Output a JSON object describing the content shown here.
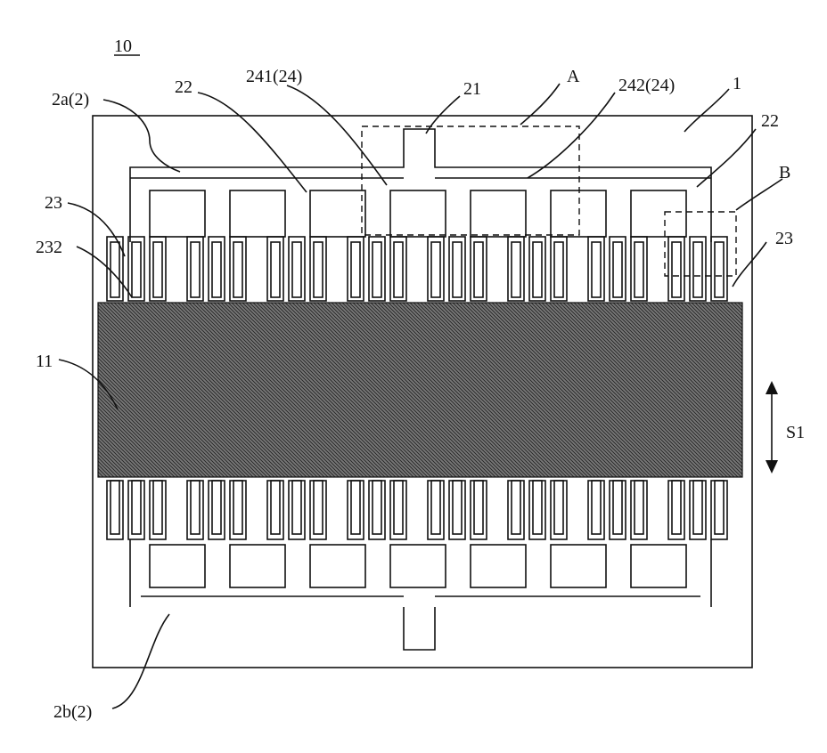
{
  "figure": {
    "number_label": "10",
    "labels": {
      "upper_comb": "2a(2)",
      "lower_comb": "2b(2)",
      "finger_left": "22",
      "finger_right": "22",
      "electrode_1": "241(24)",
      "electrode_2": "242(24)",
      "stem": "21",
      "region_a": "A",
      "region_b": "B",
      "substrate": "1",
      "strip_left": "23",
      "strip_right": "23",
      "strip_inner": "232",
      "active_layer": "11",
      "motion_direction": "S1"
    }
  }
}
